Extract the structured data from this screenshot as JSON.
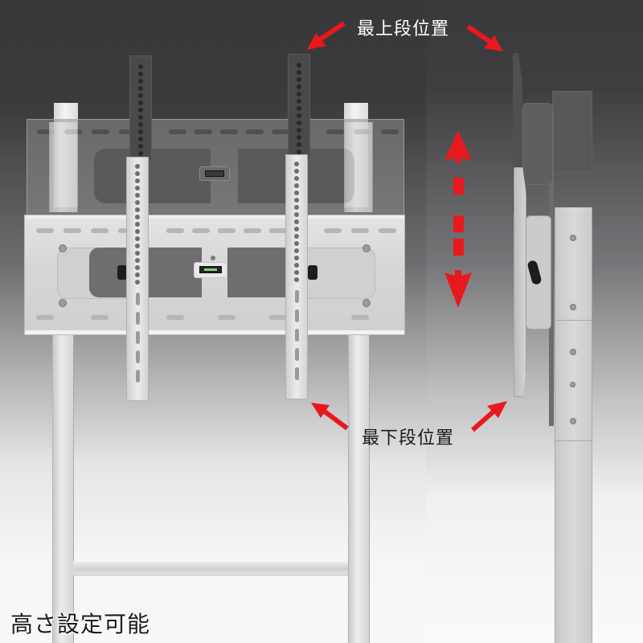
{
  "annotations": {
    "top_position_label": "最上段位置",
    "bottom_position_label": "最下段位置",
    "height_adjustable_label": "高さ設定可能"
  },
  "colors": {
    "arrow_red": "#e8191c",
    "background_top": "#38383a",
    "background_bottom": "#f8f8f8",
    "top_label_text": "#ffffff",
    "bottom_label_text": "#1a1a1a"
  },
  "illustration": {
    "front_view": "tv-stand-front-view",
    "side_view": "tv-stand-side-view",
    "vertical_range_indicator": "dashed-double-arrow"
  }
}
